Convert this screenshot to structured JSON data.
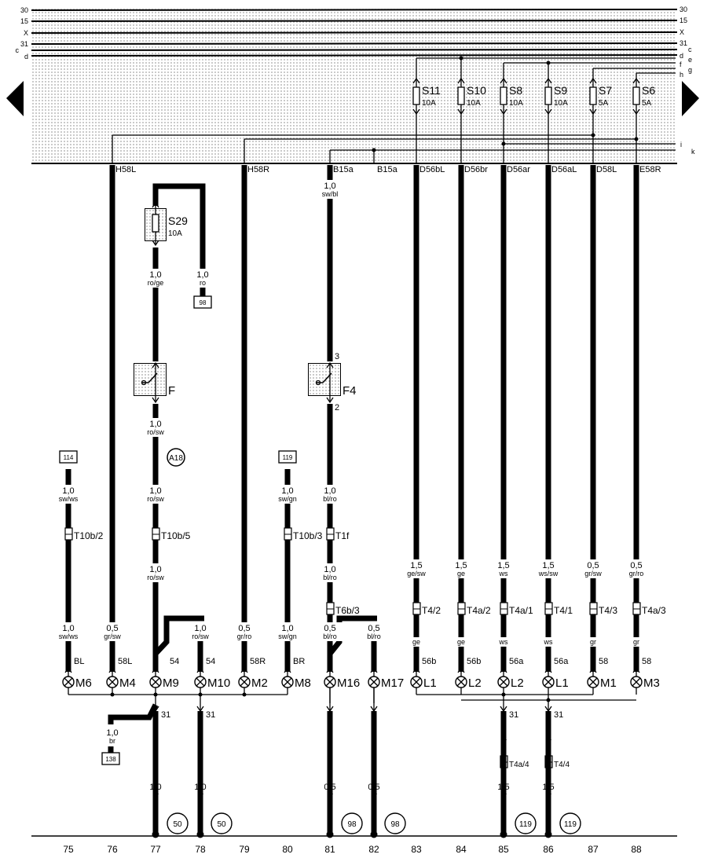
{
  "top": {
    "bus_left": [
      "30",
      "15",
      "X",
      "31",
      "c",
      "d"
    ],
    "bus_right": [
      "30",
      "15",
      "X",
      "31",
      "c",
      "d",
      "e",
      "f",
      "g",
      "h",
      "i",
      "k"
    ]
  },
  "fuses": [
    {
      "id": "S11",
      "rating": "10A"
    },
    {
      "id": "S10",
      "rating": "10A"
    },
    {
      "id": "S8",
      "rating": "10A"
    },
    {
      "id": "S9",
      "rating": "10A"
    },
    {
      "id": "S7",
      "rating": "5A"
    },
    {
      "id": "S6",
      "rating": "5A"
    }
  ],
  "terminals": [
    "H58L",
    "H58R",
    "B15a",
    "B15a",
    "D56bL",
    "D56br",
    "D56ar",
    "D56aL",
    "D58L",
    "E58R"
  ],
  "components": {
    "s29": "S29",
    "s29_rating": "10A",
    "switch_f": "F",
    "switch_f4": "F4"
  },
  "wire_labels": [
    {
      "size": "1,0",
      "color": "sw/bl"
    },
    {
      "size": "1,0",
      "color": "ro/ge"
    },
    {
      "size": "1,0",
      "color": "ro"
    },
    {
      "size": "1,0",
      "color": "ro/sw"
    },
    {
      "size": "1,0",
      "color": "sw/ws"
    },
    {
      "size": "1,0",
      "color": "ro/sw"
    },
    {
      "size": "1,0",
      "color": "sw/gn"
    },
    {
      "size": "1,0",
      "color": "bl/ro"
    },
    {
      "size": "1,0",
      "color": "ro/sw"
    },
    {
      "size": "1,0",
      "color": "bl/ro"
    },
    {
      "size": "1,0",
      "color": "sw/ws"
    },
    {
      "size": "0,5",
      "color": "gr/sw"
    },
    {
      "size": "1,0",
      "color": "ro/sw"
    },
    {
      "size": "0,5",
      "color": "gr/ro"
    },
    {
      "size": "1,0",
      "color": "sw/gn"
    },
    {
      "size": "0,5",
      "color": "bl/ro"
    },
    {
      "size": "0,5",
      "color": "bl/ro"
    },
    {
      "size": "1,5",
      "color": "ge/sw"
    },
    {
      "size": "1,5",
      "color": "ge"
    },
    {
      "size": "1,5",
      "color": "ws"
    },
    {
      "size": "1,5",
      "color": "ws/sw"
    },
    {
      "size": "0,5",
      "color": "gr/sw"
    },
    {
      "size": "0,5",
      "color": "gr/ro"
    },
    {
      "size": "",
      "color": "ge"
    },
    {
      "size": "",
      "color": "ge"
    },
    {
      "size": "",
      "color": "ws"
    },
    {
      "size": "",
      "color": "ws"
    },
    {
      "size": "",
      "color": "gr"
    },
    {
      "size": "",
      "color": "gr"
    },
    {
      "size": "",
      "color": "br"
    },
    {
      "size": "",
      "color": "br"
    },
    {
      "size": "1,0",
      "color": "br"
    },
    {
      "size": "1,0",
      "color": "br"
    },
    {
      "size": "1,0",
      "color": "br"
    },
    {
      "size": "0,5",
      "color": "br"
    },
    {
      "size": "0,5",
      "color": "br"
    },
    {
      "size": "1,5",
      "color": "br"
    },
    {
      "size": "1,5",
      "color": "br"
    }
  ],
  "connectors": [
    "T10b/2",
    "T10b/5",
    "T10b/3",
    "T1f",
    "T6b/3",
    "T4/2",
    "T4a/2",
    "T4a/1",
    "T4/1",
    "T4/3",
    "T4a/3",
    "T4a/4",
    "T4/4"
  ],
  "pin_labels": [
    "BL",
    "58L",
    "54",
    "54",
    "58R",
    "BR",
    "56b",
    "56b",
    "56a",
    "56a",
    "58",
    "58",
    "31",
    "31",
    "31",
    "31",
    "3",
    "2"
  ],
  "bulbs": [
    "M6",
    "M4",
    "M9",
    "M10",
    "M2",
    "M8",
    "M16",
    "M17",
    "L1",
    "L2",
    "L2",
    "L1",
    "M1",
    "M3"
  ],
  "ref_boxes": [
    "98",
    "114",
    "119",
    "138"
  ],
  "ref_circles": [
    "A18",
    "50",
    "50",
    "98",
    "98",
    "119",
    "119"
  ],
  "columns": [
    "75",
    "76",
    "77",
    "78",
    "79",
    "80",
    "81",
    "82",
    "83",
    "84",
    "85",
    "86",
    "87",
    "88"
  ]
}
